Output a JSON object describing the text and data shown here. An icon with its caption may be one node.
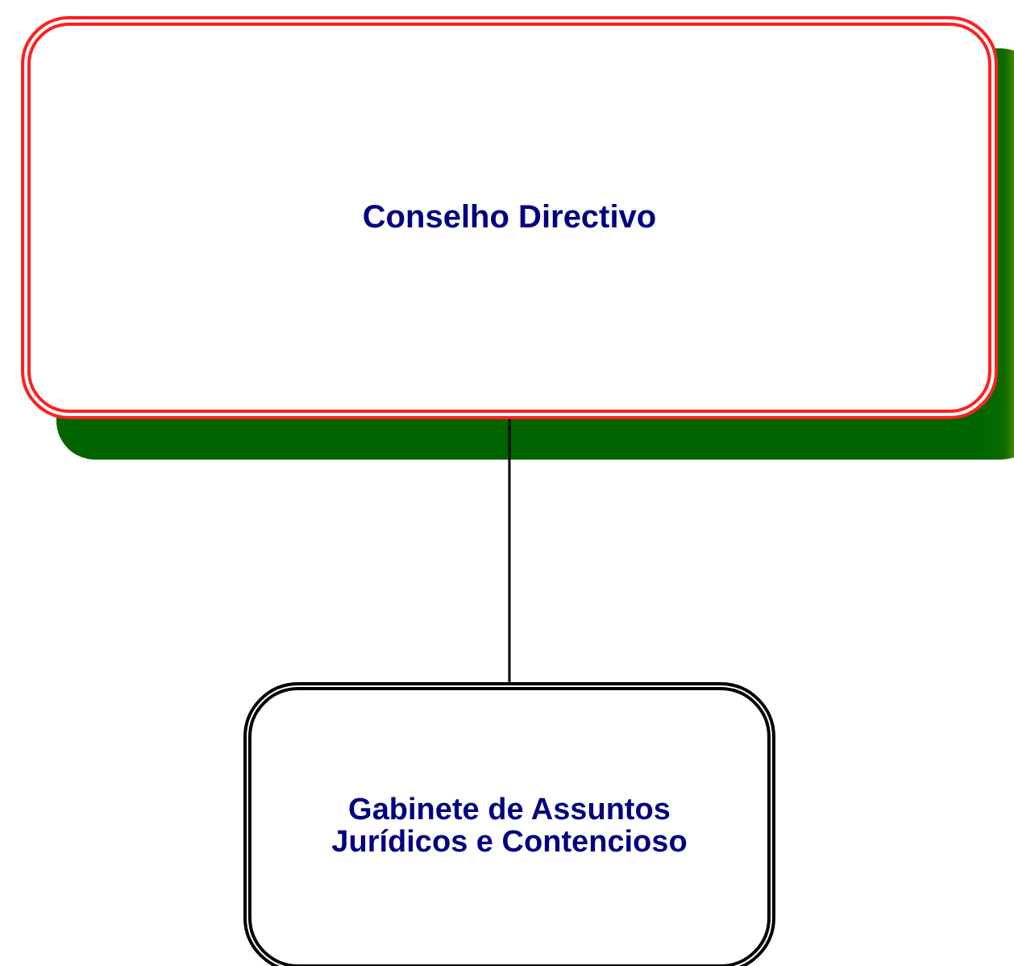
{
  "diagram": {
    "nodes": [
      {
        "text": [
          "Conselho Directivo"
        ]
      },
      {
        "text": [
          "Gabinete de Assuntos Jurídicos e Contencioso"
        ]
      }
    ],
    "edges": [
      {
        "from": 0,
        "to": 1,
        "arrow": "none"
      }
    ]
  }
}
